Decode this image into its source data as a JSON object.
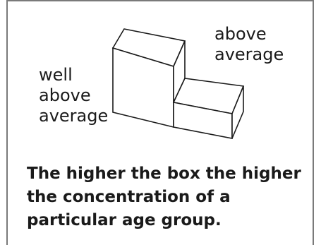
{
  "diagram": {
    "label_above": [
      "above",
      "average"
    ],
    "label_well_above": [
      "well",
      "above",
      "average"
    ]
  },
  "caption": {
    "lines": [
      "The higher the box the higher",
      "the concentration of a",
      "particular age group."
    ]
  },
  "colors": {
    "frame": "#7a7a7a",
    "stroke": "#1a1a1a",
    "text": "#1a1a1a"
  }
}
